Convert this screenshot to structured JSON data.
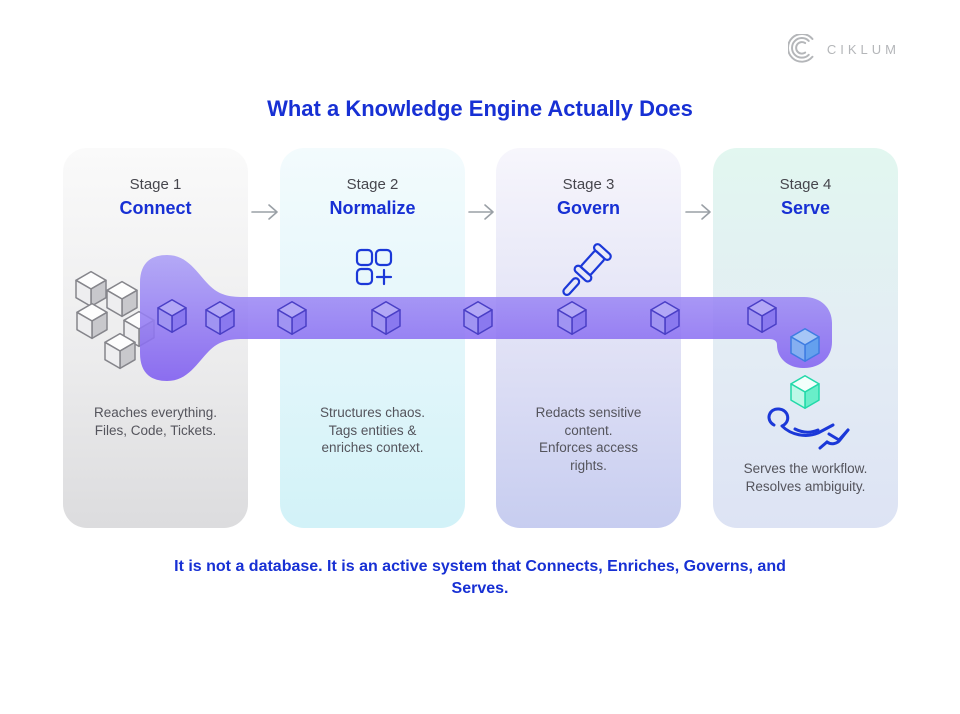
{
  "logo": {
    "text": "CIKLUM",
    "icon": "ciklum-arcs-icon",
    "color": "#b4b6b9"
  },
  "title": "What a Knowledge Engine Actually Does",
  "stages": [
    {
      "stage": "Stage 1",
      "name": "Connect",
      "description": "Reaches everything.\nFiles, Code, Tickets.",
      "icon": "scattered-cubes-icon"
    },
    {
      "stage": "Stage 2",
      "name": "Normalize",
      "description": "Structures chaos.\nTags entities &\nenriches context.",
      "icon": "grid-add-icon"
    },
    {
      "stage": "Stage 3",
      "name": "Govern",
      "description": "Redacts sensitive\ncontent.\nEnforces access\nrights.",
      "icon": "gavel-icon"
    },
    {
      "stage": "Stage 4",
      "name": "Serve",
      "description": "Serves the workflow.\nResolves ambiguity.",
      "icon": "hand-serve-icon"
    }
  ],
  "footer": "It is not a database. It is an active system that Connects, Enriches, Governs, and Serves.",
  "colors": {
    "accent_blue": "#1730d4",
    "icon_blue": "#1b38d8",
    "funnel_purple_top": "#ab9ff6",
    "funnel_purple_bottom": "#7e5cf0",
    "pipe_cube_purple": "#8a79ef",
    "delivery_cube_blue": "#64a0ee",
    "delivery_cube_teal": "#22d9a9",
    "arrow_gray": "#9aa0a6",
    "card1_bottom": "#dcdcde",
    "card2_bottom": "#d2f2f8",
    "card3_bottom": "#c7cdf0",
    "card4_bottom": "#dde3f4"
  }
}
